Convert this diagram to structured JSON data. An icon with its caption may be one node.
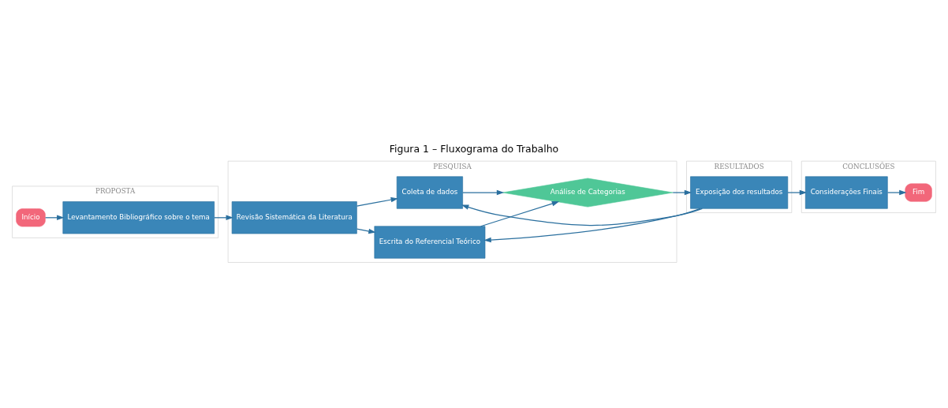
{
  "diagram": {
    "title": "Figura 1 – Fluxograma do Trabalho",
    "nodes": [
      {
        "text": [
          "PROPOSTA"
        ]
      },
      {
        "text": [
          "PESQUISA"
        ]
      },
      {
        "text": [
          "RESULTADOS"
        ]
      },
      {
        "text": [
          "CONCLUSÕES"
        ]
      },
      {
        "text": [
          "Início"
        ],
        "in": 0
      },
      {
        "text": [
          "Levantamento Bibliográfico sobre o tema"
        ],
        "in": 0
      },
      {
        "text": [
          "Revisão Sistemática da Literatura"
        ],
        "in": 1
      },
      {
        "text": [
          "Escrita do Referencial Teórico"
        ],
        "in": 1
      },
      {
        "text": [
          "Coleta de dados"
        ],
        "in": 1
      },
      {
        "text": [
          "Análise de Categorias"
        ],
        "in": 1
      },
      {
        "text": [
          "Exposição dos resultados"
        ],
        "in": 2
      },
      {
        "text": [
          "Considerações Finais"
        ],
        "in": 3
      },
      {
        "text": [
          "Fim"
        ],
        "in": 3
      }
    ],
    "edges": [
      {
        "from": 4,
        "to": 5,
        "arrow": "to"
      },
      {
        "from": 5,
        "to": 6,
        "arrow": "to"
      },
      {
        "from": 6,
        "to": 7,
        "arrow": "to"
      },
      {
        "from": 6,
        "to": 8,
        "arrow": "to"
      },
      {
        "from": 7,
        "to": 9,
        "arrow": "to"
      },
      {
        "from": 8,
        "to": 9,
        "arrow": "to"
      },
      {
        "from": 9,
        "to": 10,
        "arrow": "to"
      },
      {
        "from": 10,
        "to": 7,
        "arrow": "to"
      },
      {
        "from": 10,
        "to": 8,
        "arrow": "to"
      },
      {
        "from": 10,
        "to": 11,
        "arrow": "to"
      },
      {
        "from": 11,
        "to": 12,
        "arrow": "to"
      }
    ]
  }
}
